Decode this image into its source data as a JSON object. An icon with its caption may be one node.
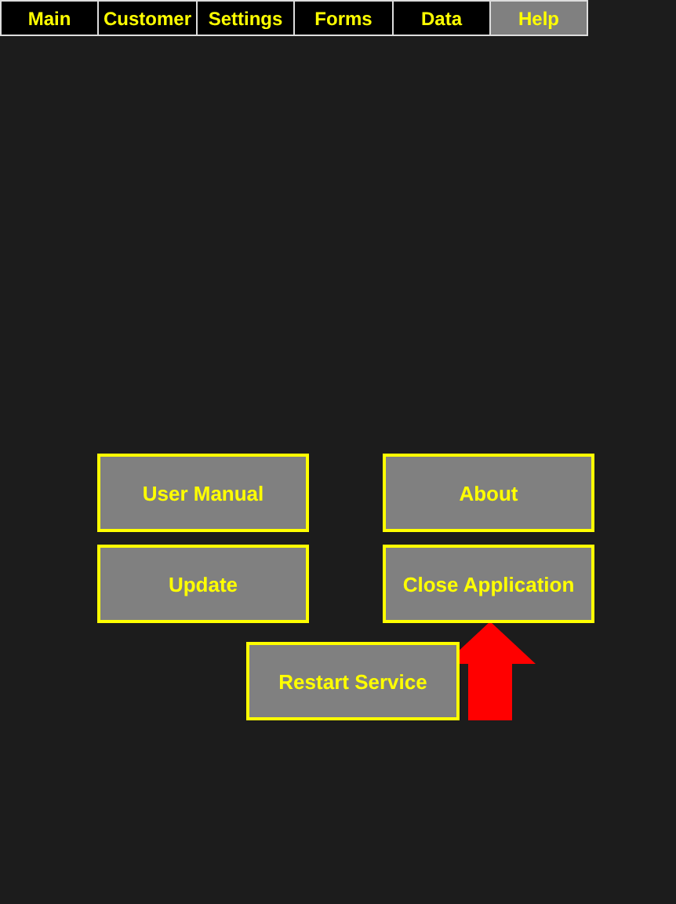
{
  "diagram": {
    "nodes": [
      {
        "text": [
          "Main"
        ]
      },
      {
        "text": [
          "Customer"
        ]
      },
      {
        "text": [
          "Settings"
        ]
      },
      {
        "text": [
          "Forms"
        ]
      },
      {
        "text": [
          "Data"
        ]
      },
      {
        "text": [
          "Help"
        ]
      },
      {
        "text": [
          "User Manual"
        ]
      },
      {
        "text": [
          "About"
        ]
      },
      {
        "text": [
          "Update"
        ]
      },
      {
        "text": [
          "Close Application"
        ]
      },
      {
        "text": [
          "Restart Service"
        ]
      }
    ],
    "edges": [
      {
        "from": null,
        "to": 9,
        "arrow": "to",
        "color": "#ff0000"
      }
    ]
  }
}
